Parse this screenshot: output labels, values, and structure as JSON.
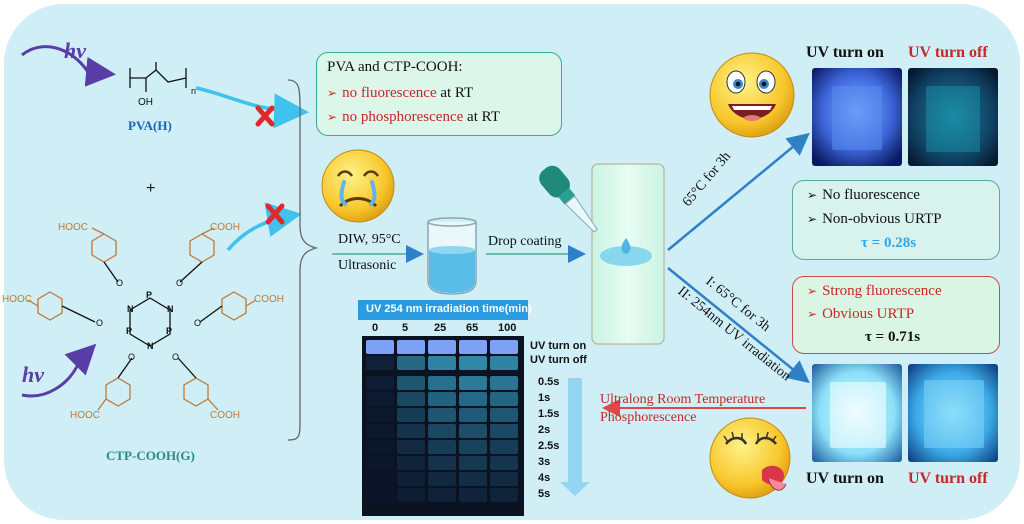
{
  "colors": {
    "background": "#cfeef5",
    "accent_red": "#c62828",
    "accent_blue": "#1565c0",
    "teal": "#2a8a8a",
    "orange": "#c07a3a",
    "arrow_cyan": "#3fc2ee",
    "hv_purple": "#5a3ea8",
    "green_box": "#daf5e4"
  },
  "left": {
    "hv_top": "hv",
    "hv_bottom": "hv",
    "pva_oh": "OH",
    "pva_n": "n",
    "pva_label": "PVA(H)",
    "plus": "+",
    "ctp_label": "CTP-COOH(G)",
    "ctp_groups": [
      "HOOC",
      "COOH",
      "HOOC",
      "COOH",
      "HOOC",
      "COOH"
    ],
    "ctp_ring": [
      "P",
      "P",
      "P",
      "N",
      "N",
      "N"
    ],
    "ctp_o": [
      "O",
      "O",
      "O",
      "O",
      "O",
      "O"
    ]
  },
  "top_box": {
    "title": "PVA and CTP-COOH:",
    "line1_red": "no fluorescence",
    "line1_rest": " at RT",
    "line2_red": "no phosphorescence",
    "line2_rest": " at RT"
  },
  "process": {
    "step1_line1": "DIW, 95°C",
    "step1_line2": "Ultrasonic",
    "step2": "Drop coating",
    "upper_branch": "65°C for 3h",
    "lower_branch_1": "I: 65°C for 3h",
    "lower_branch_2": "II: 254nm UV irradiation",
    "urtp_line1": "Ultralong Room Temperature",
    "urtp_line2": "Phosphorescence"
  },
  "photos_top": {
    "on": "UV turn on",
    "off": "UV turn off"
  },
  "photos_bottom": {
    "on": "UV turn on",
    "off": "UV turn off"
  },
  "result_box_1": {
    "line1": "No fluorescence",
    "line2": "Non-obvious URTP",
    "tau": "τ = 0.28s"
  },
  "result_box_2": {
    "line1": "Strong fluorescence",
    "line2": "Obvious URTP",
    "tau": "τ = 0.71s"
  },
  "irradiation_panel": {
    "header": "UV 254 nm irradiation time(min)",
    "columns": [
      "0",
      "5",
      "25",
      "65",
      "100"
    ],
    "rows": [
      "UV turn on",
      "UV turn off",
      "0.5s",
      "1s",
      "1.5s",
      "2s",
      "2.5s",
      "3s",
      "4s",
      "5s"
    ],
    "brightness": [
      [
        0.95,
        0.95,
        0.95,
        0.95,
        0.95
      ],
      [
        0.08,
        0.45,
        0.6,
        0.62,
        0.6
      ],
      [
        0.05,
        0.35,
        0.5,
        0.55,
        0.52
      ],
      [
        0.04,
        0.28,
        0.42,
        0.46,
        0.44
      ],
      [
        0.03,
        0.22,
        0.35,
        0.38,
        0.36
      ],
      [
        0.03,
        0.17,
        0.28,
        0.31,
        0.29
      ],
      [
        0.02,
        0.13,
        0.22,
        0.25,
        0.23
      ],
      [
        0.02,
        0.1,
        0.17,
        0.2,
        0.18
      ],
      [
        0.01,
        0.07,
        0.12,
        0.14,
        0.13
      ],
      [
        0.01,
        0.05,
        0.08,
        0.1,
        0.09
      ]
    ]
  },
  "icons": [
    "happy-emoji-icon",
    "crying-emoji-icon",
    "kissing-emoji-icon",
    "dropper-icon",
    "beaker-icon",
    "cross-icon"
  ]
}
